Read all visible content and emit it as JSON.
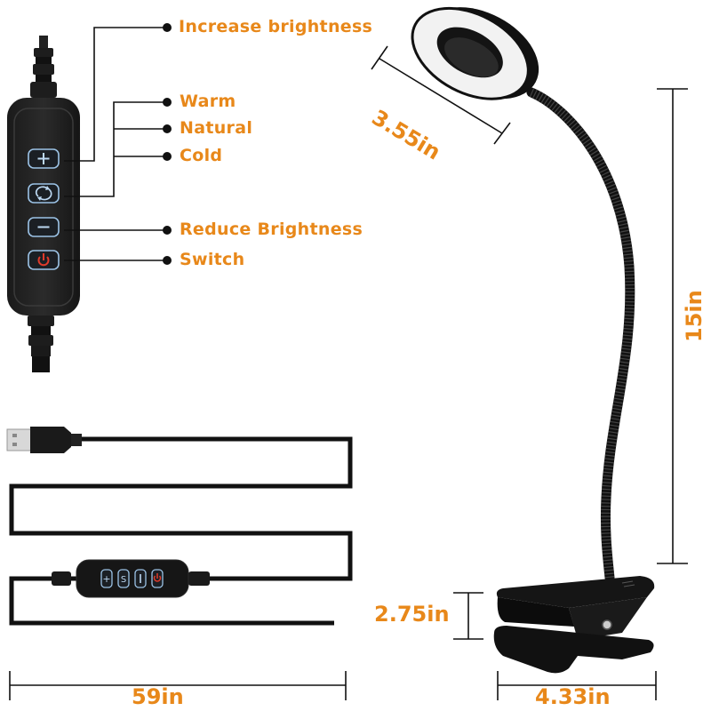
{
  "diagram": {
    "subject": "Clip-on ring desk lamp with USB in-line controller",
    "accent_color": "#E8881A",
    "controller_labels": [
      {
        "id": "increase",
        "text": "Increase brightness"
      },
      {
        "id": "warm",
        "text": "Warm"
      },
      {
        "id": "natural",
        "text": "Natural"
      },
      {
        "id": "cold",
        "text": "Cold"
      },
      {
        "id": "reduce",
        "text": "Reduce Brightness"
      },
      {
        "id": "switch",
        "text": "Switch"
      }
    ],
    "controller_buttons": [
      {
        "id": "plus",
        "icon": "plus-icon"
      },
      {
        "id": "cycle",
        "icon": "cycle-color-icon"
      },
      {
        "id": "minus",
        "icon": "minus-icon"
      },
      {
        "id": "power",
        "icon": "power-icon"
      }
    ],
    "dimensions": {
      "ring_diameter": "3.55in",
      "gooseneck_height": "15in",
      "clip_opening": "2.75in",
      "clip_length": "4.33in",
      "cable_length": "59in"
    }
  }
}
